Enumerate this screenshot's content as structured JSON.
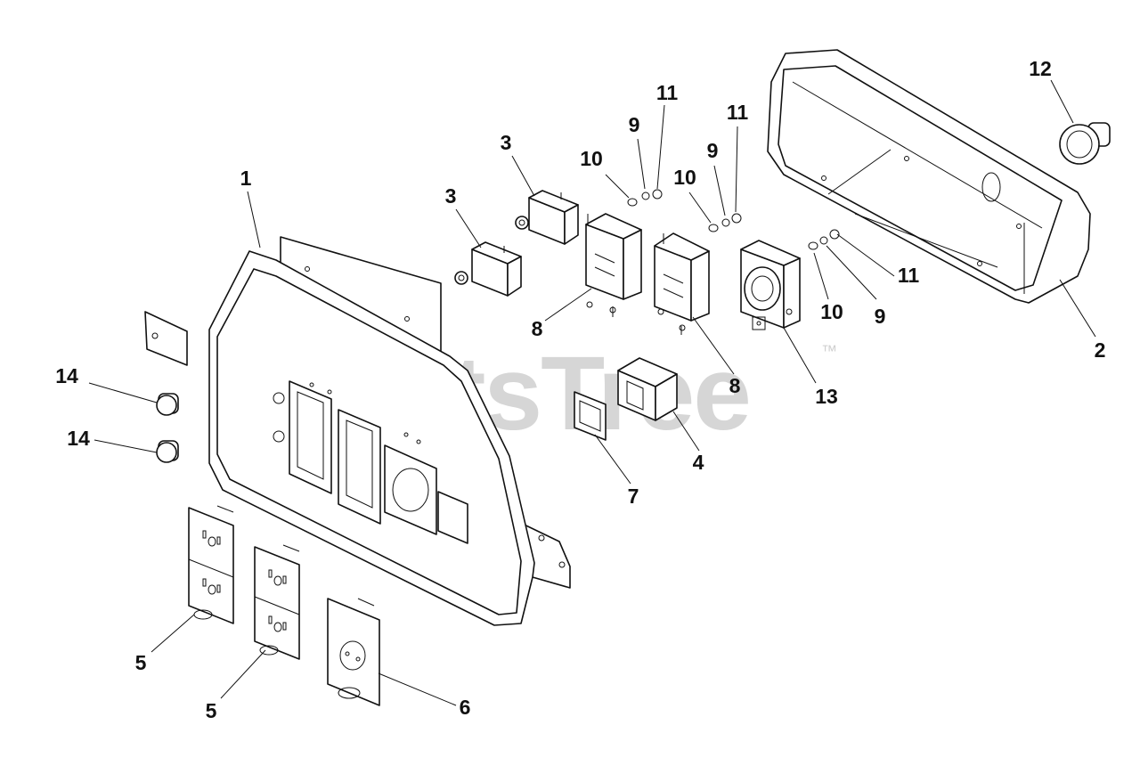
{
  "watermark": {
    "brand": "PartsTree",
    "trademark": "™"
  },
  "callouts": [
    {
      "id": "1",
      "label": "1"
    },
    {
      "id": "2",
      "label": "2"
    },
    {
      "id": "3a",
      "label": "3"
    },
    {
      "id": "3b",
      "label": "3"
    },
    {
      "id": "4",
      "label": "4"
    },
    {
      "id": "5a",
      "label": "5"
    },
    {
      "id": "5b",
      "label": "5"
    },
    {
      "id": "6",
      "label": "6"
    },
    {
      "id": "7",
      "label": "7"
    },
    {
      "id": "8a",
      "label": "8"
    },
    {
      "id": "8b",
      "label": "8"
    },
    {
      "id": "9a",
      "label": "9"
    },
    {
      "id": "9b",
      "label": "9"
    },
    {
      "id": "9c",
      "label": "9"
    },
    {
      "id": "10a",
      "label": "10"
    },
    {
      "id": "10b",
      "label": "10"
    },
    {
      "id": "10c",
      "label": "10"
    },
    {
      "id": "11a",
      "label": "11"
    },
    {
      "id": "11b",
      "label": "11"
    },
    {
      "id": "11c",
      "label": "11"
    },
    {
      "id": "12",
      "label": "12"
    },
    {
      "id": "13",
      "label": "13"
    },
    {
      "id": "14a",
      "label": "14"
    },
    {
      "id": "14b",
      "label": "14"
    }
  ]
}
